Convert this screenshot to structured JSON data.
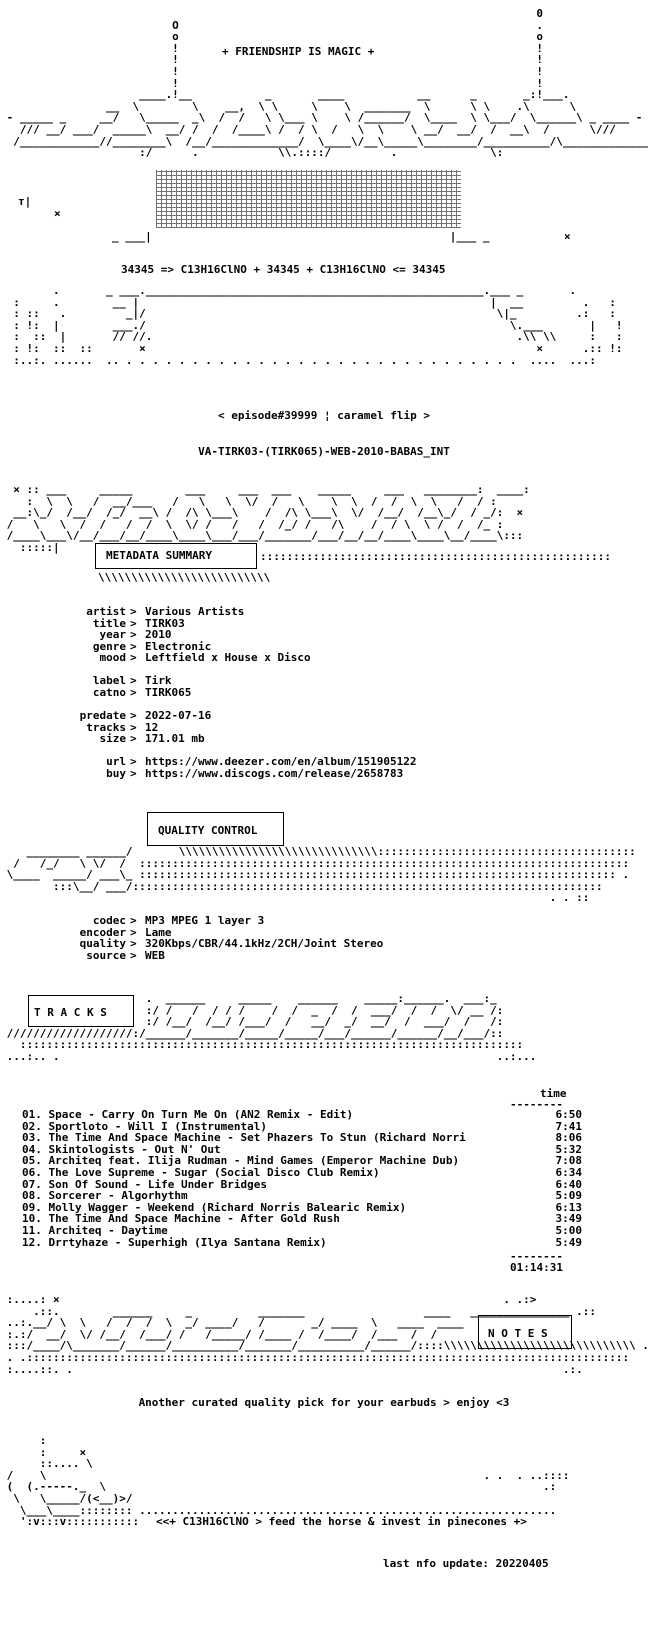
{
  "header": {
    "banner": "+ FRIENDSHIP IS MAGIC +",
    "formula": "34345 => C13H16ClNO + 34345 + C13H16ClNO <= 34345",
    "episode": "< episode#39999 ¦ caramel flip >",
    "release": "VA-TIRK03-(TIRK065)-WEB-2010-BABAS_INT"
  },
  "metadata": {
    "heading": "METADATA SUMMARY",
    "group1": [
      {
        "key": "artist",
        "value": "Various Artists"
      },
      {
        "key": "title",
        "value": "TIRK03"
      },
      {
        "key": "year",
        "value": "2010"
      },
      {
        "key": "genre",
        "value": "Electronic"
      },
      {
        "key": "mood",
        "value": "Leftfield x House x Disco"
      }
    ],
    "group2": [
      {
        "key": "label",
        "value": "Tirk"
      },
      {
        "key": "catno",
        "value": "TIRK065"
      }
    ],
    "group3": [
      {
        "key": "predate",
        "value": "2022-07-16"
      },
      {
        "key": "tracks",
        "value": "12"
      },
      {
        "key": "size",
        "value": "171.01 mb"
      }
    ],
    "group4": [
      {
        "key": "url",
        "value": "https://www.deezer.com/en/album/151905122"
      },
      {
        "key": "buy",
        "value": "https://www.discogs.com/release/2658783"
      }
    ]
  },
  "quality": {
    "heading": "QUALITY CONTROL",
    "items": [
      {
        "key": "codec",
        "value": "MP3 MPEG 1 layer 3"
      },
      {
        "key": "encoder",
        "value": "Lame"
      },
      {
        "key": "quality",
        "value": "320Kbps/CBR/44.1kHz/2CH/Joint Stereo"
      },
      {
        "key": "source",
        "value": "WEB"
      }
    ]
  },
  "tracks": {
    "heading": "T R A C K S",
    "time_header": "time",
    "separator": "--------",
    "list": [
      {
        "title": "01. Space - Carry On Turn Me On (AN2 Remix - Edit)",
        "time": "6:50"
      },
      {
        "title": "02. Sportloto - Will I (Instrumental)",
        "time": "7:41"
      },
      {
        "title": "03. The Time And Space Machine - Set Phazers To Stun (Richard Norri",
        "time": "8:06"
      },
      {
        "title": "04. Skintologists - Out N' Out",
        "time": "5:32"
      },
      {
        "title": "05. Architeq feat. Ilija Rudman - Mind Games (Emperor Machine Dub)",
        "time": "7:08"
      },
      {
        "title": "06. The Love Supreme - Sugar (Social Disco Club Remix)",
        "time": "6:34"
      },
      {
        "title": "07. Son Of Sound - Life Under Bridges",
        "time": "6:40"
      },
      {
        "title": "08. Sorcerer - Algorhythm",
        "time": "5:09"
      },
      {
        "title": "09. Molly Wagger - Weekend (Richard Norris Balearic Remix)",
        "time": "6:13"
      },
      {
        "title": "10. The Time And Space Machine - After Gold Rush",
        "time": "3:49"
      },
      {
        "title": "11. Architeq - Daytime",
        "time": "5:00"
      },
      {
        "title": "12. Drrtyhaze - Superhigh (Ilya Santana Remix)",
        "time": "5:49"
      }
    ],
    "total": "01:14:31"
  },
  "notes": {
    "heading": "N O T E S",
    "text": "Another curated quality pick for your earbuds > enjoy <3"
  },
  "footer": {
    "tagline": "<<+ C13H16ClNO > feed the horse & invest in pinecones +>",
    "last_update": "last nfo update: 20220405"
  }
}
